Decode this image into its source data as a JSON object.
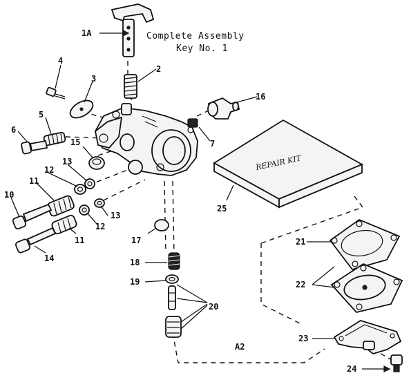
{
  "title": {
    "line1": "Complete Assembly",
    "line2": "Key No. 1"
  },
  "repair_kit_text": "REPAIR KIT",
  "labels": {
    "1A": "1A",
    "2": "2",
    "3": "3",
    "4": "4",
    "5": "5",
    "6": "6",
    "7": "7",
    "10": "10",
    "11a": "11",
    "11b": "11",
    "12a": "12",
    "12b": "12",
    "13a": "13",
    "13b": "13",
    "14": "14",
    "15": "15",
    "16": "16",
    "17": "17",
    "18": "18",
    "19": "19",
    "20": "20",
    "21": "21",
    "22": "22",
    "23": "23",
    "24": "24",
    "25": "25",
    "A2": "A2"
  }
}
